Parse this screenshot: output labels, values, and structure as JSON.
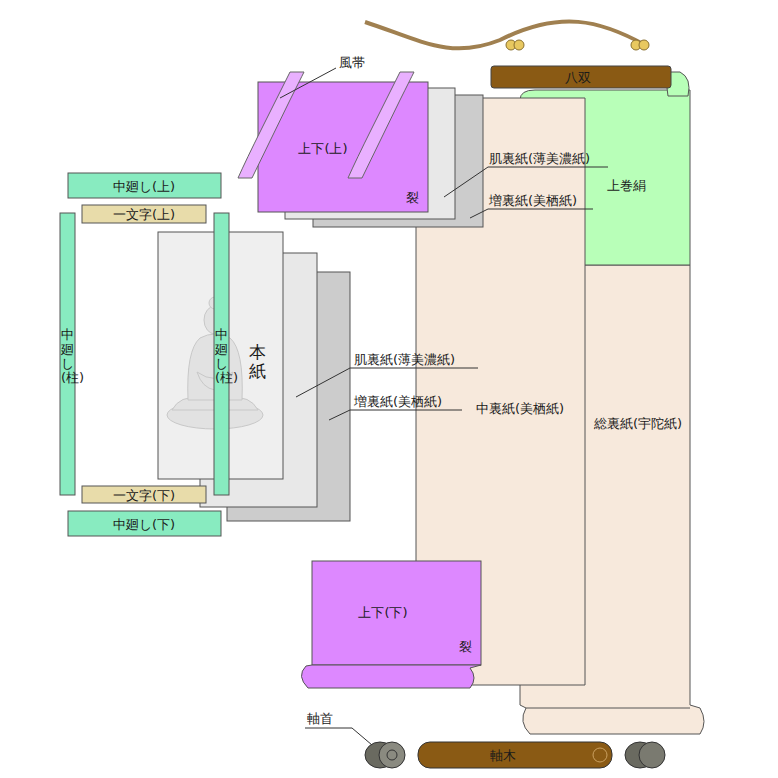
{
  "diagram": {
    "nodes": [
      {
        "text": [
          "八双"
        ]
      },
      {
        "text": [
          "上下(上)",
          "裂"
        ]
      },
      {
        "text": [
          "上巻絹"
        ]
      },
      {
        "text": [
          "中廻し(上)"
        ]
      },
      {
        "text": [
          "一文字(上)"
        ]
      },
      {
        "text": [
          "中廻し(柱)"
        ]
      },
      {
        "text": [
          "中廻し(柱)"
        ]
      },
      {
        "text": [
          "本紙"
        ]
      },
      {
        "text": [
          "中裏紙(美栖紙)"
        ]
      },
      {
        "text": [
          "総裏紙(宇陀紙)"
        ]
      },
      {
        "text": [
          "一文字(下)"
        ]
      },
      {
        "text": [
          "中廻し(下)"
        ]
      },
      {
        "text": [
          "上下(下)",
          "裂"
        ]
      },
      {
        "text": [
          "軸木"
        ]
      }
    ],
    "labels": [
      "風帯",
      "肌裏紙(薄美濃紙)",
      "増裏紙(美栖紙)",
      "肌裏紙(薄美濃紙)",
      "増裏紙(美栖紙)",
      "軸首"
    ]
  }
}
